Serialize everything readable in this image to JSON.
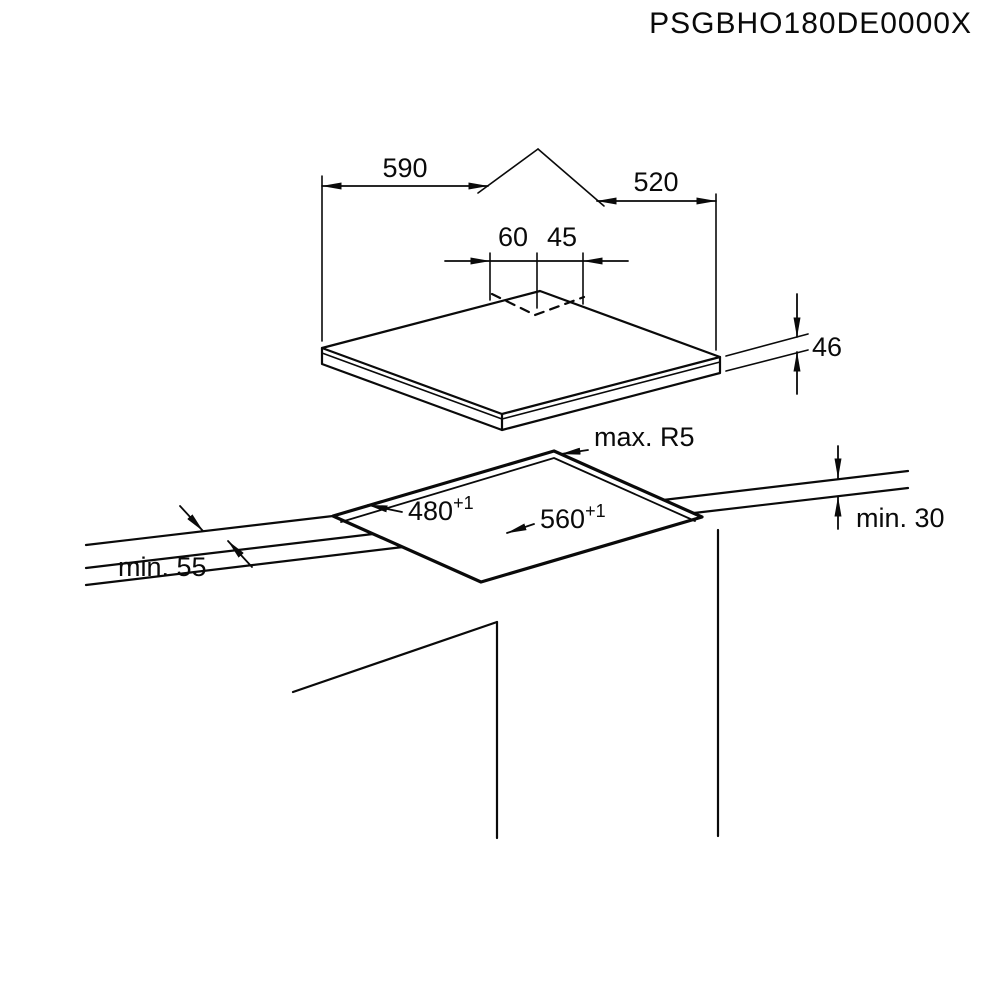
{
  "title": {
    "product_code": "PSGBHO180DE0000X"
  },
  "hob": {
    "width_label": "590",
    "depth_label": "520",
    "burner_offset_label": "60",
    "burner_width_label": "45",
    "height_label": "46"
  },
  "cutout": {
    "radius_label": "max. R5",
    "depth_label": "480",
    "depth_tolerance": "+1",
    "width_label": "560",
    "width_tolerance": "+1"
  },
  "clearances": {
    "front_label": "min. 55",
    "bottom_label": "min. 30"
  },
  "colors": {
    "line": "#0a0a0a",
    "background": "#ffffff"
  }
}
